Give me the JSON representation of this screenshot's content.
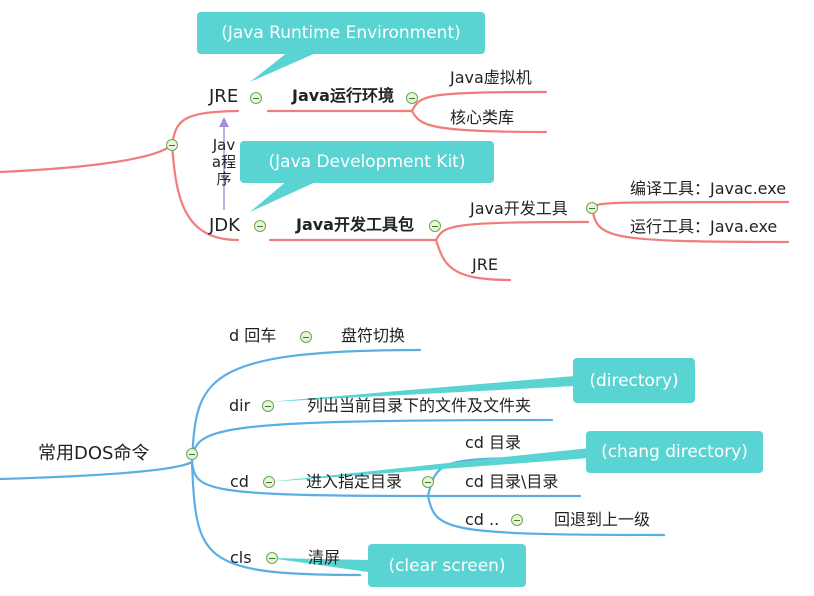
{
  "colors": {
    "branch_top": "#f17c7c",
    "branch_bottom": "#5aaee6",
    "callout": "#5ad3d3",
    "arrow": "#a58fd8"
  },
  "top": {
    "jre_label": "JRE",
    "jre_desc": "Java运行环境",
    "jre_callout": "(Java Runtime Environment)",
    "jre_children": [
      "Java虚拟机",
      "核心类库"
    ],
    "jdk_label": "JDK",
    "jdk_desc": "Java开发工具包",
    "jdk_callout": "(Java Development Kit)",
    "arrow_note": "Java程序",
    "devtools_label": "Java开发工具",
    "devtools_children": [
      "编译工具：Javac.exe",
      "运行工具：Java.exe"
    ],
    "jdk_jre": "JRE"
  },
  "bottom": {
    "root": "常用DOS命令",
    "d_cmd": "d  回车",
    "d_desc": "盘符切换",
    "dir_cmd": "dir",
    "dir_desc": "列出当前目录下的文件及文件夹",
    "dir_callout": "(directory)",
    "cd_cmd": "cd",
    "cd_desc": "进入指定目录",
    "cd_callout": "(chang directory)",
    "cd_children": [
      "cd 目录",
      "cd 目录\\目录",
      "cd .."
    ],
    "cd_up_desc": "回退到上一级",
    "cls_cmd": "cls",
    "cls_desc": "清屏",
    "cls_callout": "(clear screen)"
  }
}
